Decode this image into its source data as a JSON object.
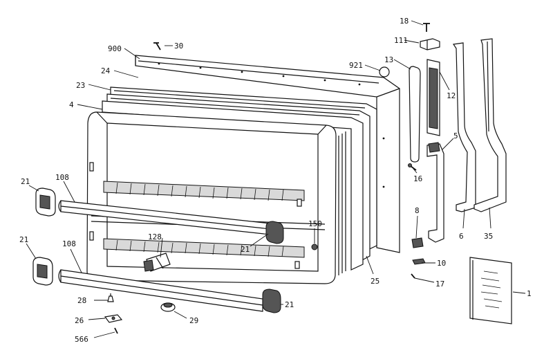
{
  "diagram": {
    "callouts": [
      {
        "id": "p18",
        "label": "18"
      },
      {
        "id": "p111",
        "label": "111"
      },
      {
        "id": "p30",
        "label": "30"
      },
      {
        "id": "p900",
        "label": "900"
      },
      {
        "id": "p921",
        "label": "921"
      },
      {
        "id": "p13",
        "label": "13"
      },
      {
        "id": "p24",
        "label": "24"
      },
      {
        "id": "p12",
        "label": "12"
      },
      {
        "id": "p23",
        "label": "23"
      },
      {
        "id": "p4",
        "label": "4"
      },
      {
        "id": "p5",
        "label": "5"
      },
      {
        "id": "p16",
        "label": "16"
      },
      {
        "id": "p21a",
        "label": "21"
      },
      {
        "id": "p108a",
        "label": "108"
      },
      {
        "id": "p8",
        "label": "8"
      },
      {
        "id": "p150",
        "label": "150"
      },
      {
        "id": "p6",
        "label": "6"
      },
      {
        "id": "p35",
        "label": "35"
      },
      {
        "id": "p128",
        "label": "128"
      },
      {
        "id": "p21b",
        "label": "21"
      },
      {
        "id": "p21c",
        "label": "21"
      },
      {
        "id": "p108b",
        "label": "108"
      },
      {
        "id": "p10",
        "label": "10"
      },
      {
        "id": "p25",
        "label": "25"
      },
      {
        "id": "p17",
        "label": "17"
      },
      {
        "id": "p1",
        "label": "1"
      },
      {
        "id": "p28",
        "label": "28"
      },
      {
        "id": "p21d",
        "label": "21"
      },
      {
        "id": "p26",
        "label": "26"
      },
      {
        "id": "p29",
        "label": "29"
      },
      {
        "id": "p566",
        "label": "566"
      }
    ]
  }
}
